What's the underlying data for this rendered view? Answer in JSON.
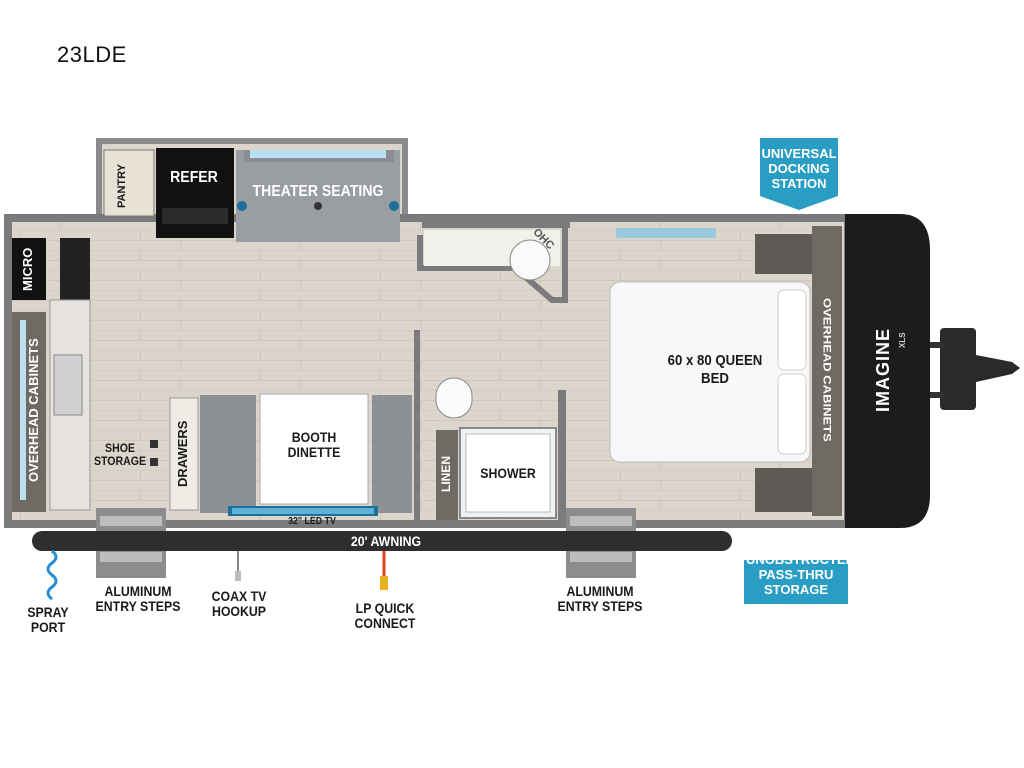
{
  "model": "23LDE",
  "labels": {
    "refer": "REFER",
    "pantry": "PANTRY",
    "theater_seating": "THEATER SEATING",
    "micro": "MICRO",
    "overhead_cabinets_left": "OVERHEAD CABINETS",
    "overhead_cabinets_right": "OVERHEAD CABINETS",
    "shoe_storage": "SHOE STORAGE",
    "drawers": "DRAWERS",
    "booth_dinette": "BOOTH DINETTE",
    "led_tv": "32\" LED TV",
    "linen": "LINEN",
    "shower": "SHOWER",
    "ohc": "OHC",
    "queen_bed": "60 x 80 QUEEN BED",
    "brand": "IMAGINE",
    "brand_sub": "XLS",
    "awning": "20' AWNING",
    "spray_port": "SPRAY PORT",
    "aluminum_steps_left": "ALUMINUM ENTRY STEPS",
    "coax": "COAX TV HOOKUP",
    "lp": "LP QUICK CONNECT",
    "aluminum_steps_right": "ALUMINUM ENTRY STEPS"
  },
  "callouts": {
    "docking": "UNIVERSAL DOCKING STATION",
    "storage": "UNOBSTRUCTED PASS-THRU STORAGE"
  },
  "colors": {
    "accent": "#2a9dc4",
    "floor": "#d9d2c8",
    "wall": "#7d7d80",
    "lp_line": "#e0441e"
  }
}
